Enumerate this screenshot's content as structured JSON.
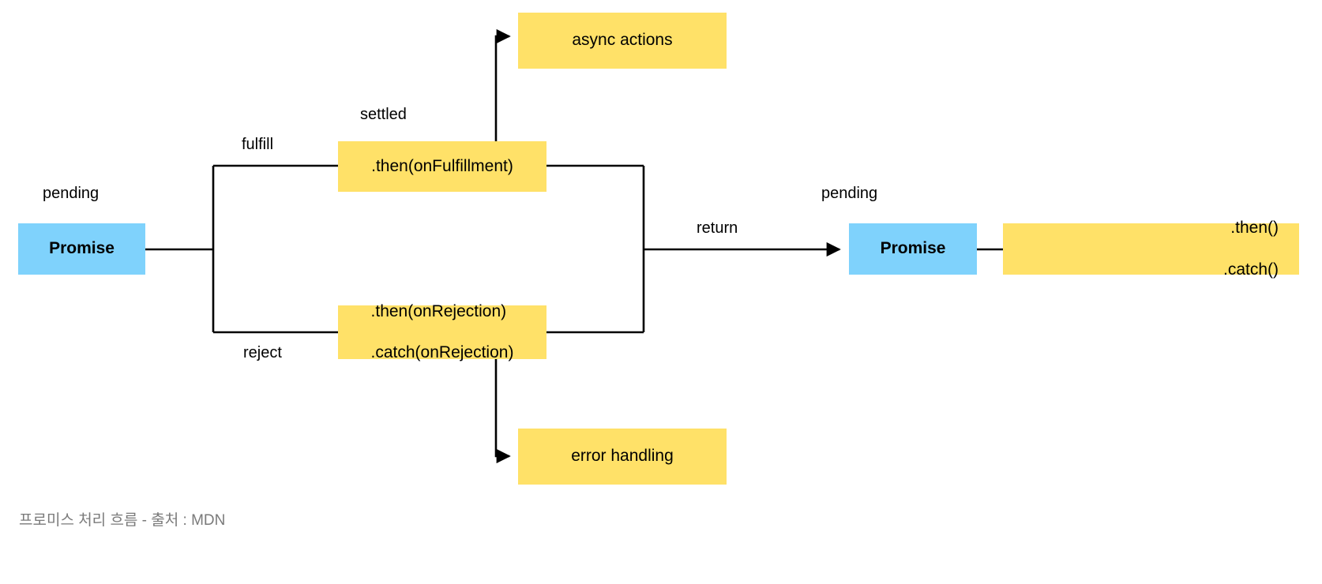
{
  "diagram": {
    "title_caption": "프로미스 처리 흐름 - 출처 : MDN",
    "colors": {
      "promise_fill": "#7fd2fc",
      "action_fill": "#ffe168",
      "line": "#000000",
      "caption_text": "#7a7a7a",
      "background": "#ffffff"
    },
    "nodes": {
      "promise_initial": "Promise",
      "async_actions": "async actions",
      "then_fulfillment": ".then(onFulfillment)",
      "then_catch_rejection_line1": ".then(onRejection)",
      "then_catch_rejection_line2": ".catch(onRejection)",
      "error_handling": "error handling",
      "promise_returned": "Promise",
      "then_catch_line1": ".then()",
      "then_catch_line2": ".catch()"
    },
    "state_labels": {
      "pending_left": "pending",
      "settled": "settled",
      "pending_right": "pending"
    },
    "edge_labels": {
      "fulfill": "fulfill",
      "reject": "reject",
      "return": "return"
    }
  }
}
